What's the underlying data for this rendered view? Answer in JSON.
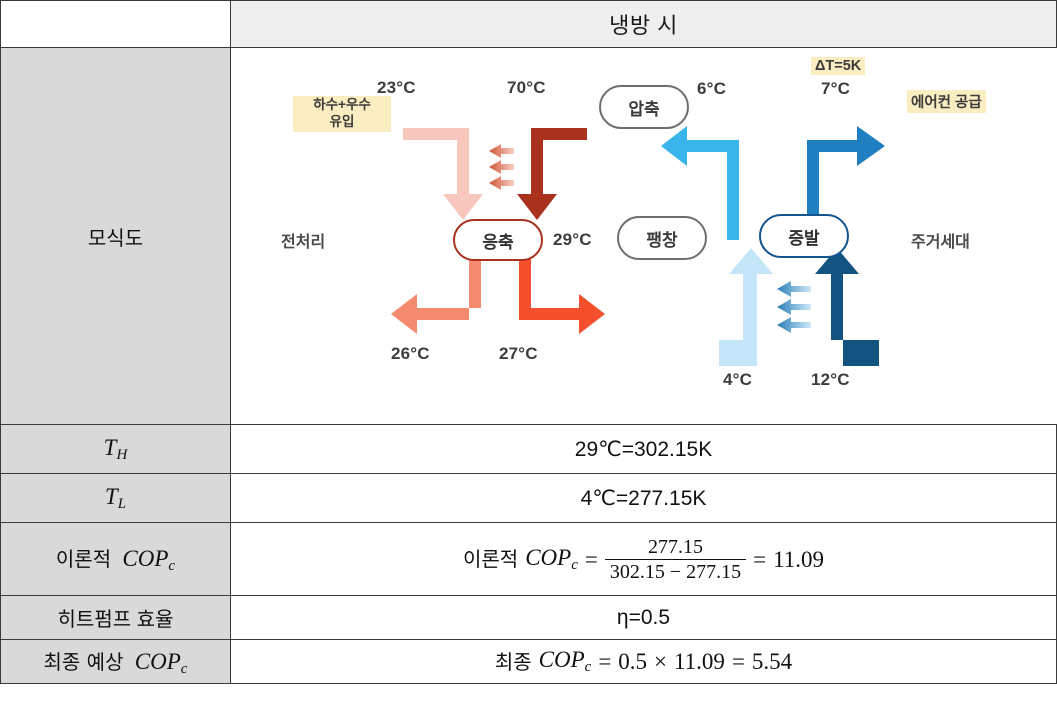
{
  "table": {
    "header": {
      "blank": "",
      "title": "냉방 시"
    },
    "rows": [
      {
        "label": "모식도",
        "value": ""
      },
      {
        "label_tex": "T_H",
        "label_main": "T",
        "label_sub": "H",
        "value": "29℃=302.15K"
      },
      {
        "label_tex": "T_L",
        "label_main": "T",
        "label_sub": "L",
        "value": "4℃=277.15K"
      },
      {
        "label_prefix": "이론적",
        "label_main": "COP",
        "label_sub": "c",
        "formula": {
          "prefix": "이론적",
          "symbol": "COP",
          "symbol_sub": "c",
          "eq1": "=",
          "numerator": "277.15",
          "denominator": "302.15 − 277.15",
          "eq2": "=",
          "result": "11.09"
        }
      },
      {
        "label": "히트펌프 효율",
        "value": "η=0.5"
      },
      {
        "label_prefix": "최종 예상",
        "label_main": "COP",
        "label_sub": "c",
        "formula": {
          "prefix": "최종",
          "symbol": "COP",
          "symbol_sub": "c",
          "eq1": "=",
          "factor": "0.5",
          "times": "×",
          "value2": "11.09",
          "eq2": "=",
          "result": "5.54"
        }
      }
    ]
  },
  "diagram": {
    "labels": {
      "inflow": {
        "line1": "하수+우수",
        "line2": "유입"
      },
      "pretreatment": "전처리",
      "aircon_supply": "에어컨 공급",
      "household": "주거세대",
      "delta_t": "ΔT=5K"
    },
    "units": {
      "compressor": "압축",
      "condenser": "응축",
      "expansion": "팽창",
      "evaporator": "증발"
    },
    "temps": {
      "water_in_top": "23°C",
      "refrig_hot_in": "70°C",
      "condenser_out": "29°C",
      "water_out_bottom": "26°C",
      "refrig_to_expansion": "27°C",
      "refrig_to_compressor": "6°C",
      "air_supply": "7°C",
      "air_return": "12°C",
      "evap_in": "4°C"
    },
    "colors": {
      "water_light_pink": "#f7c6bc",
      "refrig_dark_red": "#a8321d",
      "condenser_out_salmon": "#f58b6e",
      "expansion_red": "#f4502e",
      "compressor_cyan": "#3ab5ec",
      "supply_blue": "#1f7fc0",
      "evap_pale_blue": "#c5e6f8",
      "return_navy": "#12547f",
      "pill_gray": "#6e6e6e",
      "highlight_yellow": "#fbedc2"
    }
  }
}
